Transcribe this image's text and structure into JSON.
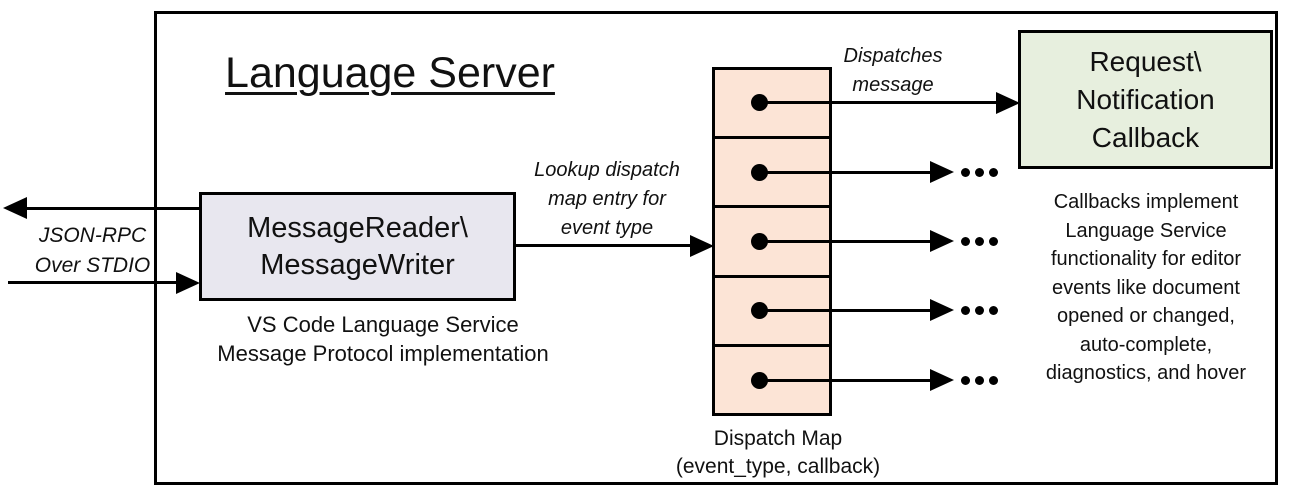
{
  "diagram": {
    "title": "Language Server",
    "io_label": "JSON-RPC\nOver STDIO",
    "reader_box_label": "MessageReader\\\nMessageWriter",
    "reader_caption": "VS Code Language Service\nMessage Protocol implementation",
    "lookup_label": "Lookup dispatch\nmap entry for\nevent type",
    "dispatches_label": "Dispatches\nmessage",
    "callback_box_label": "Request\\\nNotification\nCallback",
    "callback_caption": "Callbacks implement\nLanguage Service\nfunctionality for editor\nevents like document\nopened or changed,\nauto-complete,\ndiagnostics, and hover",
    "dispatch_caption": "Dispatch Map\n(event_type, callback)",
    "dispatch_map": {
      "cell_count": 5
    },
    "icons": {
      "arrowhead": "solid-triangle-arrow",
      "pointer_dot": "map-entry-dot",
      "ellipsis": "horizontal-ellipsis"
    },
    "colors": {
      "reader_fill": "#E8E7EF",
      "dispatch_fill": "#FCE4D6",
      "callback_fill": "#E7EFDE",
      "stroke": "#000000",
      "text": "#111111",
      "background": "#FFFFFF"
    }
  }
}
